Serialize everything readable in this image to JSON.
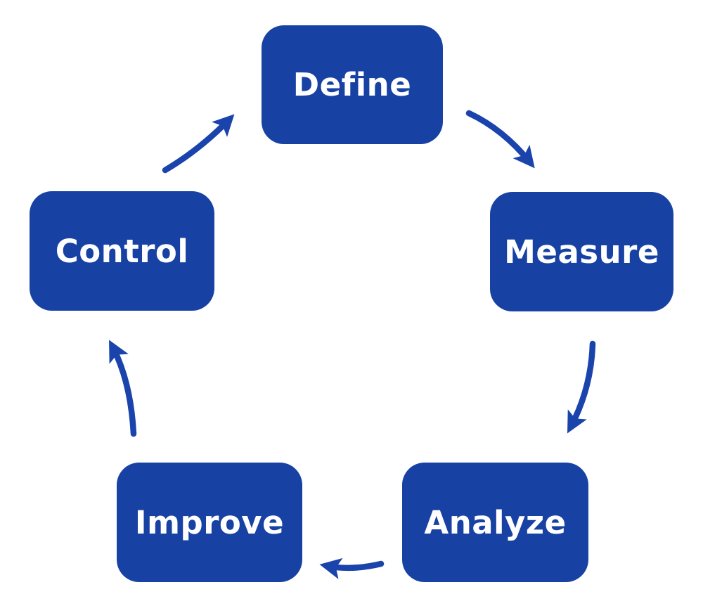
{
  "diagram": {
    "type": "cycle",
    "steps": [
      {
        "label": "Define"
      },
      {
        "label": "Measure"
      },
      {
        "label": "Analyze"
      },
      {
        "label": "Improve"
      },
      {
        "label": "Control"
      }
    ],
    "flow": [
      {
        "from": "Define",
        "to": "Measure"
      },
      {
        "from": "Measure",
        "to": "Analyze"
      },
      {
        "from": "Analyze",
        "to": "Improve"
      },
      {
        "from": "Improve",
        "to": "Control"
      },
      {
        "from": "Control",
        "to": "Define"
      }
    ],
    "colors": {
      "node_fill": "#1742a4",
      "arrow": "#1a44ab",
      "label_text": "#ffffff",
      "background": "#ffffff"
    }
  }
}
